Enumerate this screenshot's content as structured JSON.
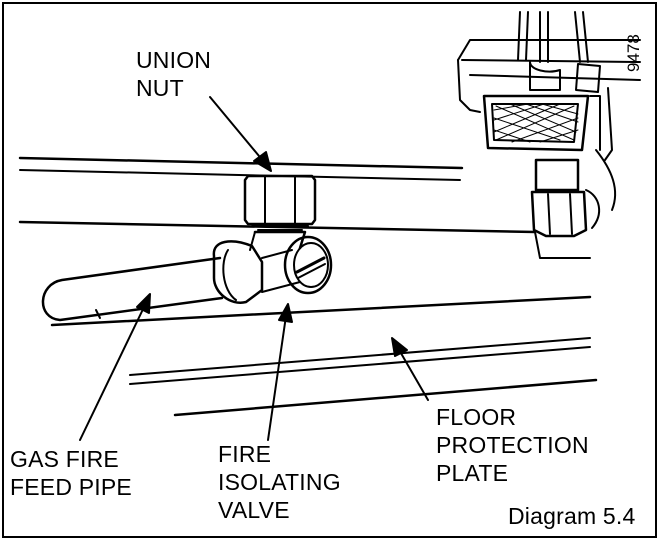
{
  "labels": {
    "union_nut": [
      "UNION",
      "NUT"
    ],
    "gas_fire_feed_pipe": [
      "GAS FIRE",
      "FEED PIPE"
    ],
    "fire_isolating_valve": [
      "FIRE",
      "ISOLATING",
      "VALVE"
    ],
    "floor_protection_plate": [
      "FLOOR",
      "PROTECTION",
      "PLATE"
    ]
  },
  "figure_number": "9478",
  "caption": "Diagram 5.4"
}
